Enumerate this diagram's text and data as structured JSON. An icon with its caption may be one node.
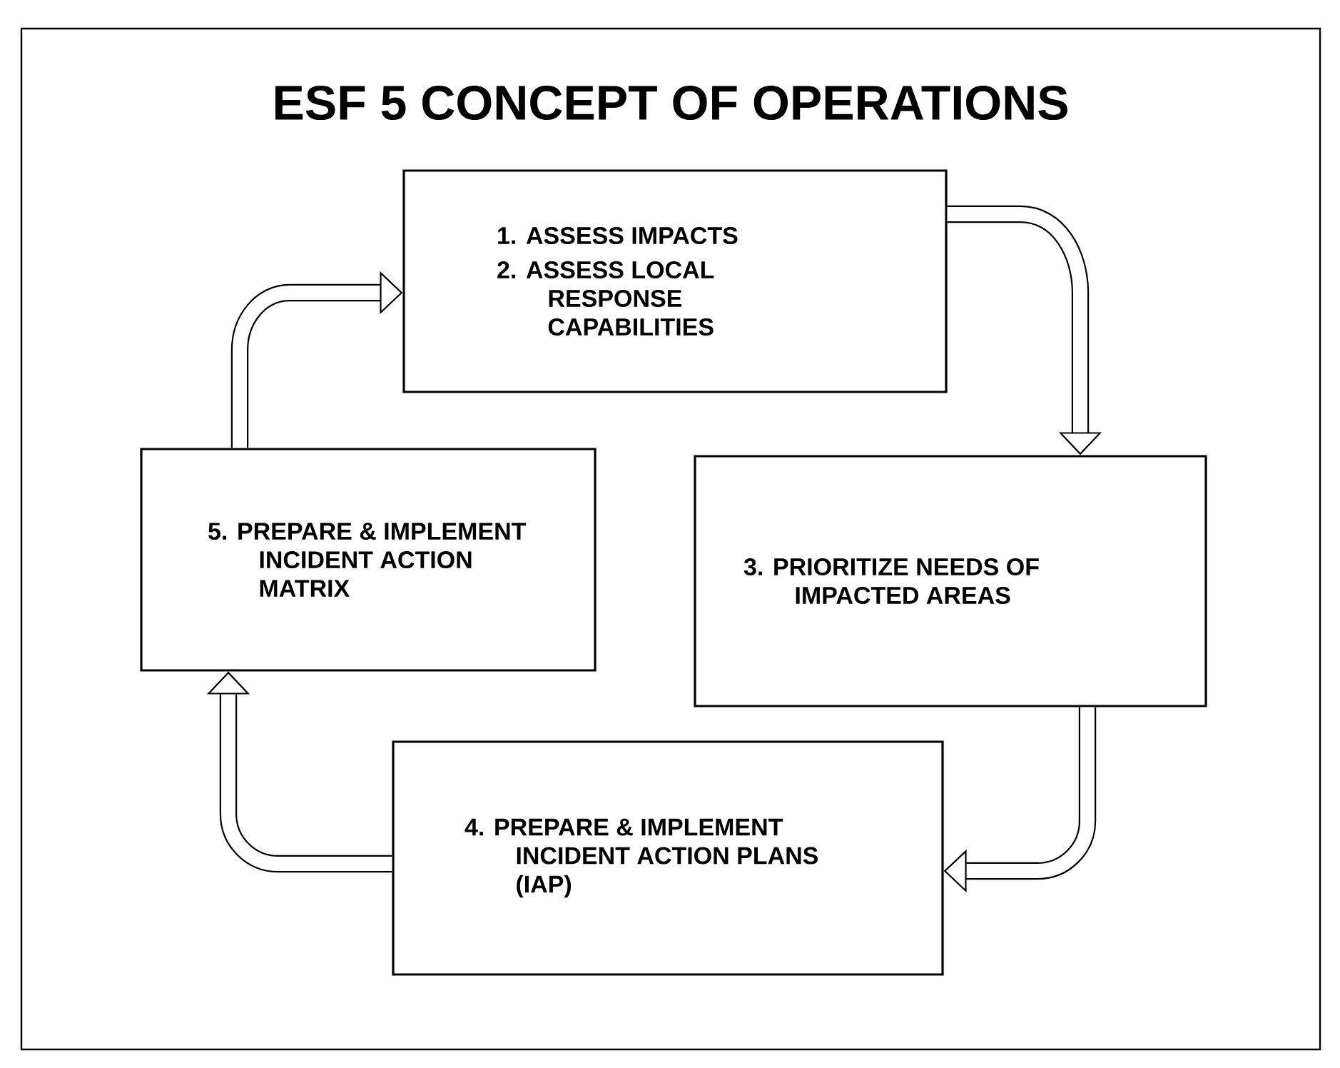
{
  "diagram": {
    "title": "ESF 5  CONCEPT OF OPERATIONS",
    "nodes": [
      {
        "text": [
          "1. ASSESS IMPACTS",
          "2. ASSESS LOCAL RESPONSE CAPABILITIES"
        ]
      },
      {
        "text": [
          "5. PREPARE & IMPLEMENT INCIDENT ACTION MATRIX"
        ]
      },
      {
        "text": [
          "3. PRIORITIZE NEEDS OF IMPACTED AREAS"
        ]
      },
      {
        "text": [
          "4. PREPARE & IMPLEMENT INCIDENT ACTION PLANS (IAP)"
        ]
      }
    ],
    "edges": [
      {
        "from": 0,
        "to": 2,
        "arrow": "to"
      },
      {
        "from": 2,
        "to": 3,
        "arrow": "to"
      },
      {
        "from": 3,
        "to": 1,
        "arrow": "to"
      },
      {
        "from": 1,
        "to": 0,
        "arrow": "to"
      }
    ]
  }
}
